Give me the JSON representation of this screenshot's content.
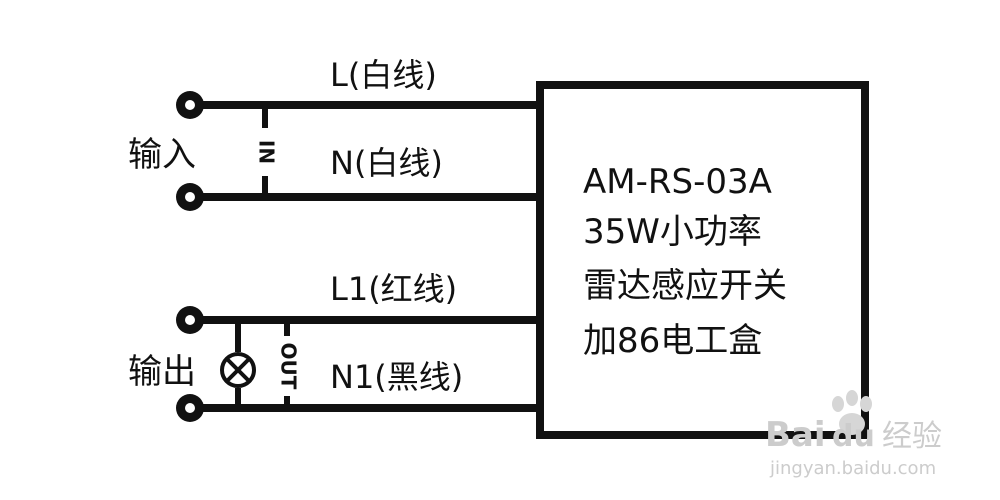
{
  "labels": {
    "input": "输入",
    "output": "输出",
    "input_tag": "IN",
    "output_tag": "OUT",
    "wire_l": "L(白线)",
    "wire_n": "N(白线)",
    "wire_l1": "L1(红线)",
    "wire_n1": "N1(黑线)"
  },
  "module": {
    "line1": "AM-RS-03A",
    "line2": "35W小功率",
    "line3": "雷达感应开关",
    "line4": "加86电工盒"
  },
  "watermark": {
    "brand": "Bai",
    "brand2": "du",
    "service": "经验",
    "url": "jingyan.baidu.com"
  },
  "colors": {
    "line": "#111111",
    "watermark": "#cccccc"
  }
}
